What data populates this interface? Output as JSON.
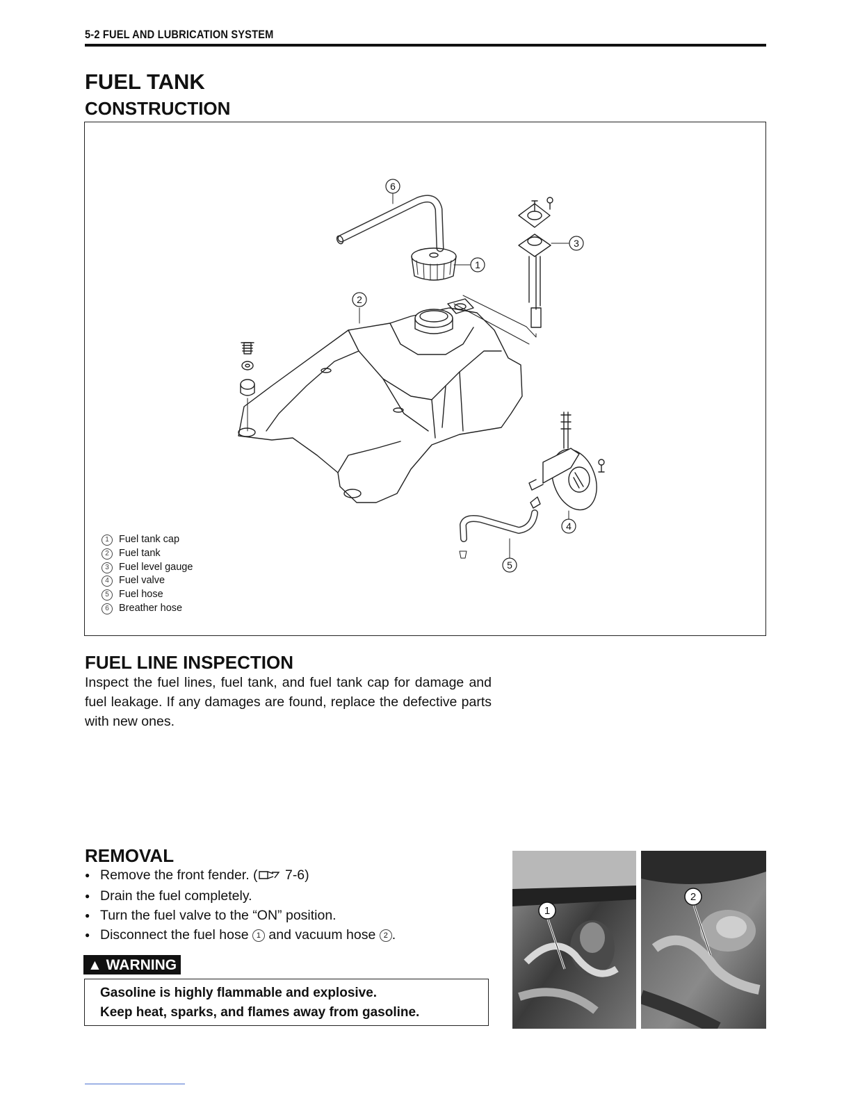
{
  "header": {
    "page_section": "5-2   FUEL AND LUBRICATION SYSTEM"
  },
  "section": {
    "title": "FUEL TANK",
    "subtitle": "CONSTRUCTION"
  },
  "diagram": {
    "callouts": [
      "1",
      "2",
      "3",
      "4",
      "5",
      "6"
    ],
    "legend": [
      {
        "num": "1",
        "label": "Fuel tank cap"
      },
      {
        "num": "2",
        "label": "Fuel tank"
      },
      {
        "num": "3",
        "label": "Fuel level gauge"
      },
      {
        "num": "4",
        "label": "Fuel valve"
      },
      {
        "num": "5",
        "label": "Fuel hose"
      },
      {
        "num": "6",
        "label": "Breather hose"
      }
    ]
  },
  "inspection": {
    "title": "FUEL LINE INSPECTION",
    "body": "Inspect the fuel lines, fuel tank, and fuel tank cap for damage and fuel leakage. If any damages are found, replace the defective parts with new ones."
  },
  "removal": {
    "title": "REMOVAL",
    "step1_text": "Remove the front fender. (",
    "step1_ref": "7-6)",
    "step2": "Drain the fuel completely.",
    "step3": "Turn the fuel valve to the “ON” position.",
    "step4_a": "Disconnect the fuel hose",
    "step4_n1": "1",
    "step4_b": "and vacuum hose",
    "step4_n2": "2",
    "step4_c": "."
  },
  "warning": {
    "label": "WARNING",
    "line1": "Gasoline is highly flammable and explosive.",
    "line2": "Keep heat, sparks, and flames away from gasoline."
  },
  "photos": {
    "left_callout": "1",
    "right_callout": "2"
  }
}
